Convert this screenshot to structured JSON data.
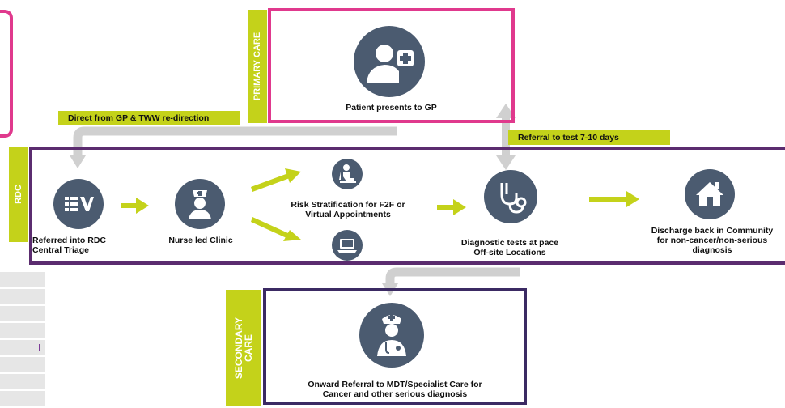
{
  "colors": {
    "primary_border": "#e0398d",
    "rdc_border": "#5b2c6f",
    "secondary_border": "#3b2a63",
    "accent_green": "#c4d21a",
    "icon_fill": "#4b5b70",
    "connector_grey": "#d0d0d0"
  },
  "tabs": {
    "primary_care": "PRIMARY CARE",
    "rdc": "RDC",
    "secondary_care": "SECONDARY CARE"
  },
  "banners": {
    "direct_from_gp": "Direct from GP & TWW re-direction",
    "referral_to_test": "Referral to test 7-10 days"
  },
  "steps": {
    "patient_presents": "Patient presents to GP",
    "referred_line1": "Referred into RDC",
    "referred_line2": "Central Triage",
    "nurse_clinic": "Nurse led Clinic",
    "risk_line1": "Risk Stratification for F2F or",
    "risk_line2": "Virtual Appointments",
    "diagnostic_line1": "Diagnostic tests at pace",
    "diagnostic_line2": "Off-site Locations",
    "discharge_line1": "Discharge back in Community",
    "discharge_line2": "for non-cancer/non-serious",
    "discharge_line3": "diagnosis",
    "onward_line1": "Onward Referral to MDT/Specialist Care for",
    "onward_line2": "Cancer and other serious diagnosis"
  },
  "icons": [
    "doctor-plus-icon",
    "triage-list-icon",
    "nurse-icon",
    "person-at-desk-icon",
    "laptop-icon",
    "stethoscope-icon",
    "house-icon",
    "surgeon-icon"
  ]
}
